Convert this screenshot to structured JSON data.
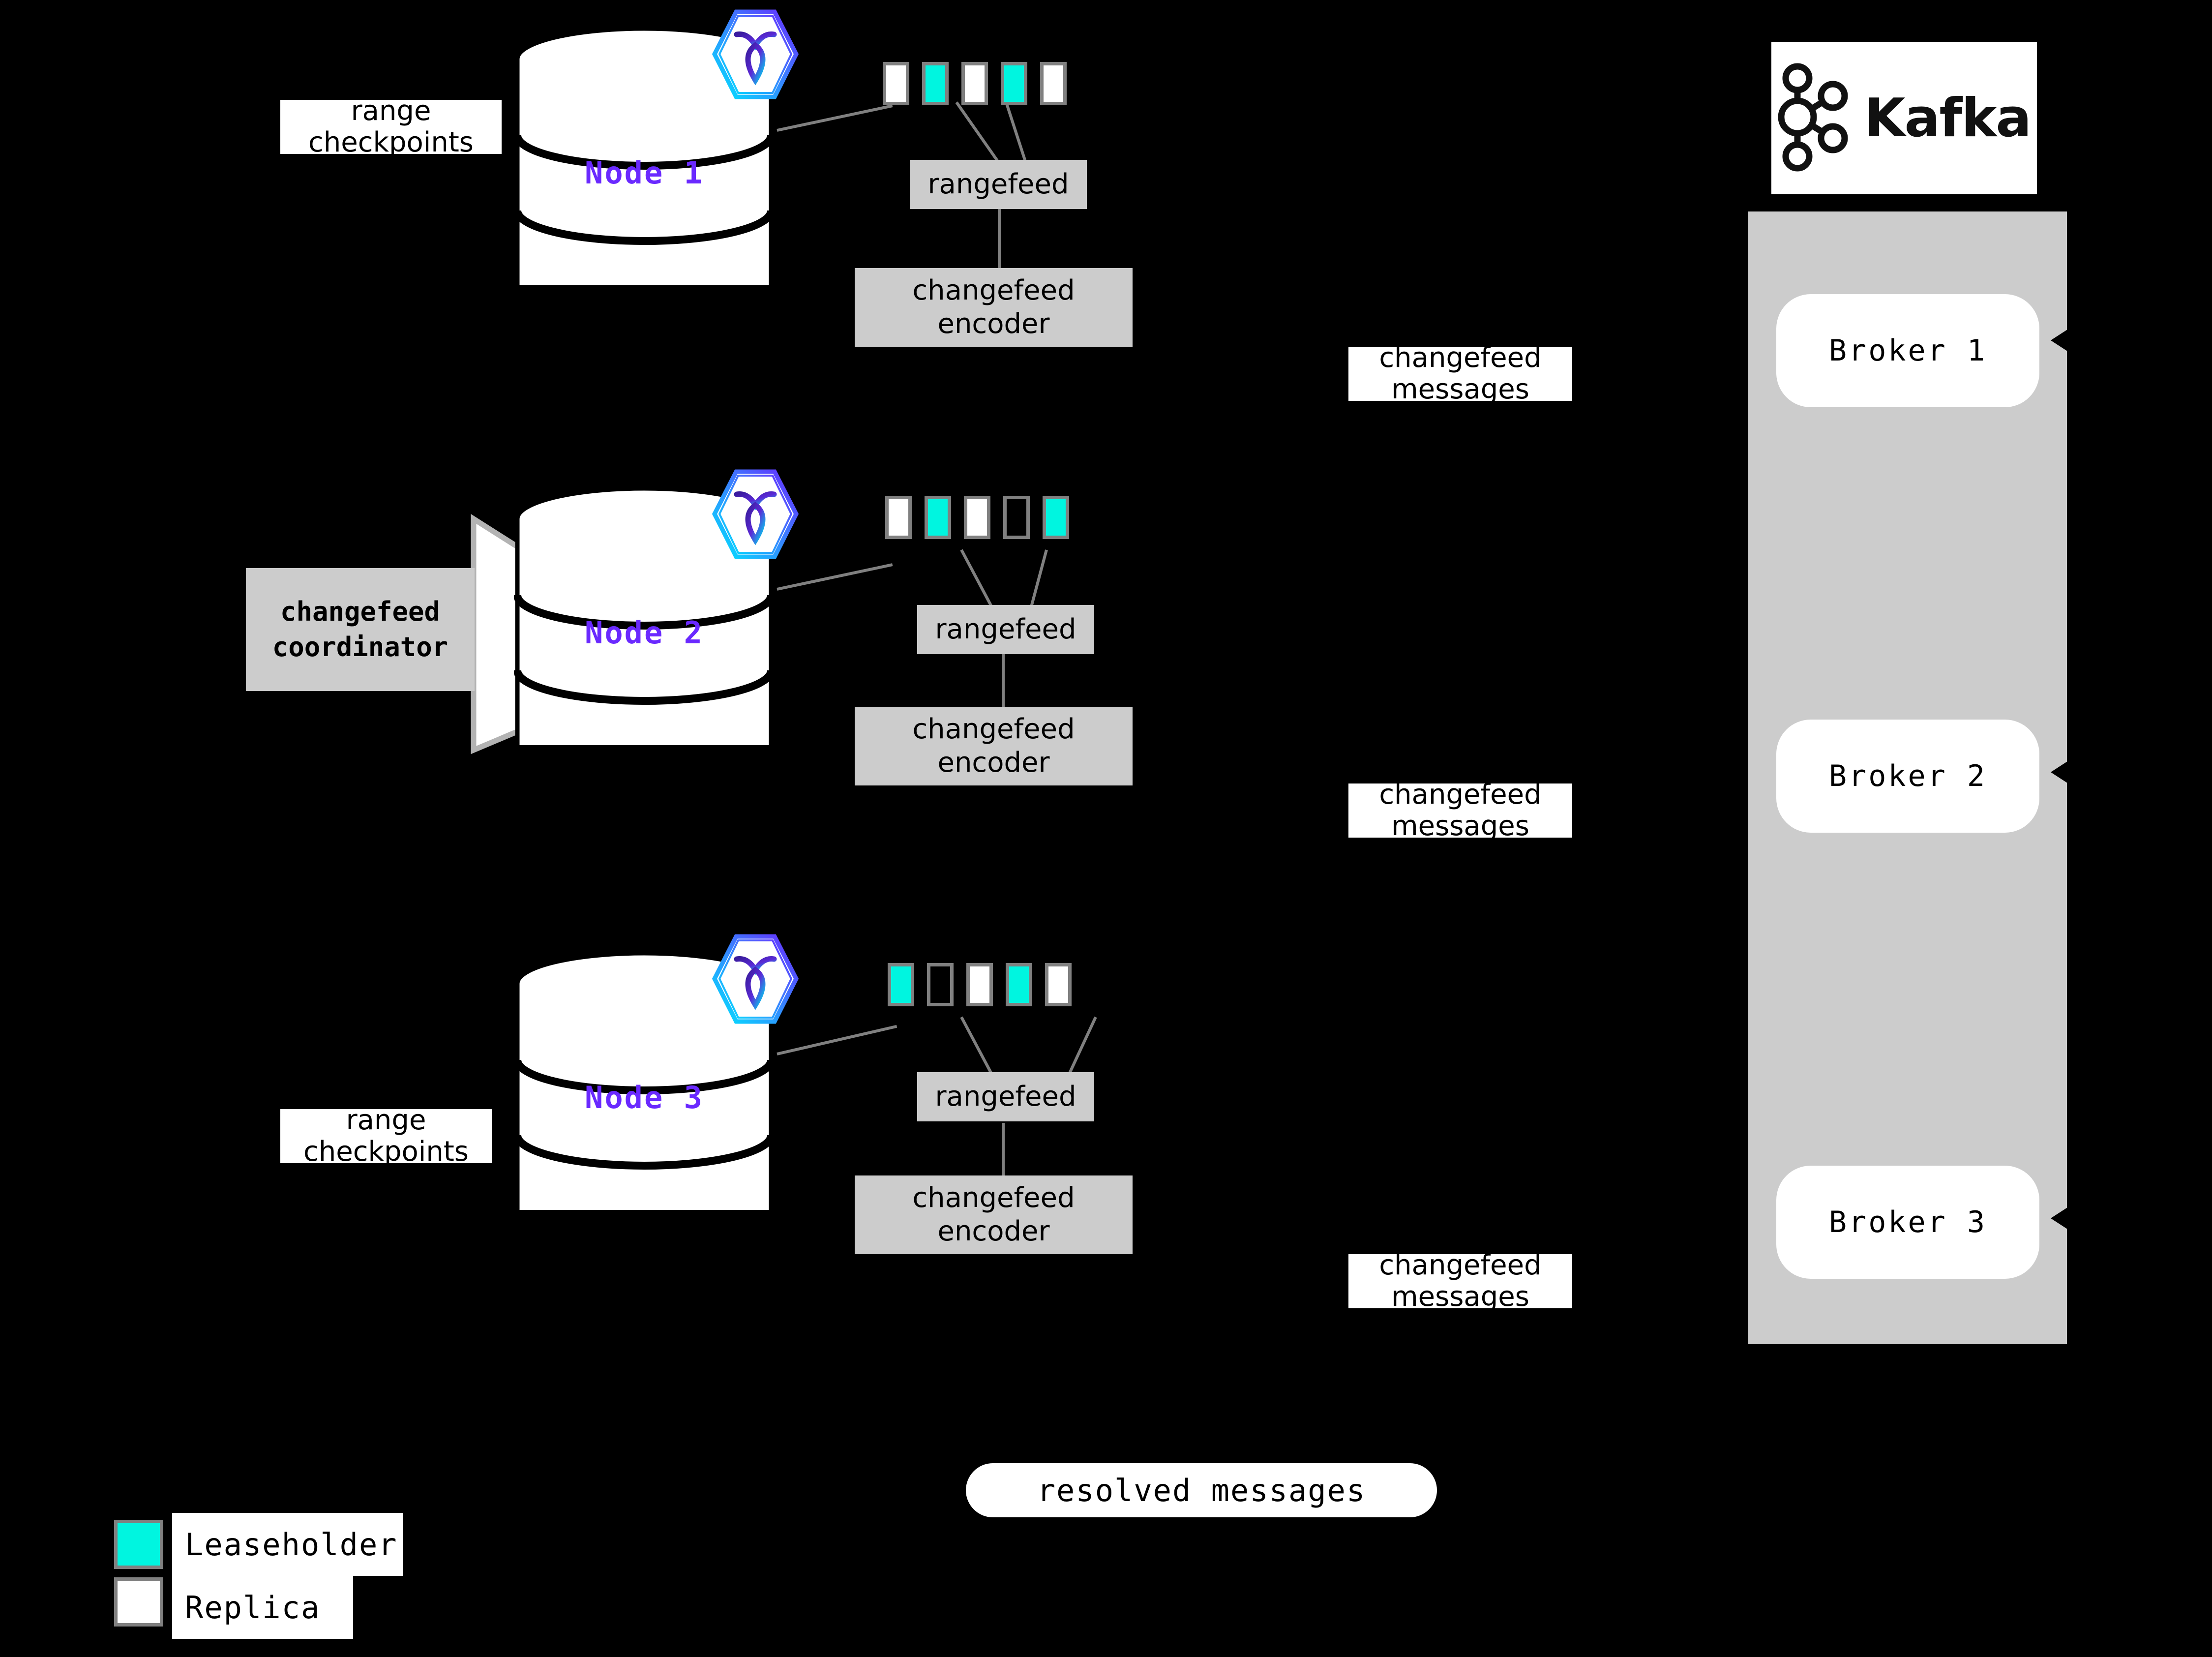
{
  "nodes": [
    {
      "label": "Node 1",
      "logo_icon": "cockroachdb-hexagon-icon",
      "ranges": [
        "replica",
        "leaseholder",
        "replica",
        "leaseholder",
        "replica"
      ],
      "rangefeed_label": "rangefeed",
      "encoder_label": "changefeed\nencoder",
      "encoder_line1": "changefeed",
      "encoder_line2": "encoder",
      "side_label_line1": "range",
      "side_label_line2": "checkpoints"
    },
    {
      "label": "Node 2",
      "logo_icon": "cockroachdb-hexagon-icon",
      "ranges": [
        "replica",
        "leaseholder",
        "replica",
        "empty",
        "leaseholder"
      ],
      "rangefeed_label": "rangefeed",
      "encoder_line1": "changefeed",
      "encoder_line2": "encoder",
      "coordinator_line1": "changefeed",
      "coordinator_line2": "coordinator"
    },
    {
      "label": "Node 3",
      "logo_icon": "cockroachdb-hexagon-icon",
      "ranges": [
        "leaseholder",
        "empty",
        "replica",
        "leaseholder",
        "replica"
      ],
      "rangefeed_label": "rangefeed",
      "encoder_line1": "changefeed",
      "encoder_line2": "encoder",
      "side_label_line1": "range",
      "side_label_line2": "checkpoints"
    }
  ],
  "messages": [
    {
      "line1": "changefeed",
      "line2": "messages"
    },
    {
      "line1": "changefeed",
      "line2": "messages"
    },
    {
      "line1": "changefeed",
      "line2": "messages"
    }
  ],
  "kafka": {
    "wordmark": "Kafka",
    "logo_icon": "kafka-logo-icon",
    "brokers": [
      "Broker 1",
      "Broker 2",
      "Broker 3"
    ]
  },
  "resolved": {
    "label": "resolved messages"
  },
  "legend": {
    "items": [
      {
        "label": "Leaseholder",
        "swatch": "leaseholder"
      },
      {
        "label": "Replica",
        "swatch": "replica"
      }
    ]
  },
  "colors": {
    "background": "#000000",
    "leaseholder": "#00f5e0",
    "replica": "#ffffff",
    "cell_border": "#808080",
    "process_box": "#cccccc",
    "node_label": "#6a29ff",
    "kafka_panel": "#cccccc",
    "wire": "#808080"
  }
}
